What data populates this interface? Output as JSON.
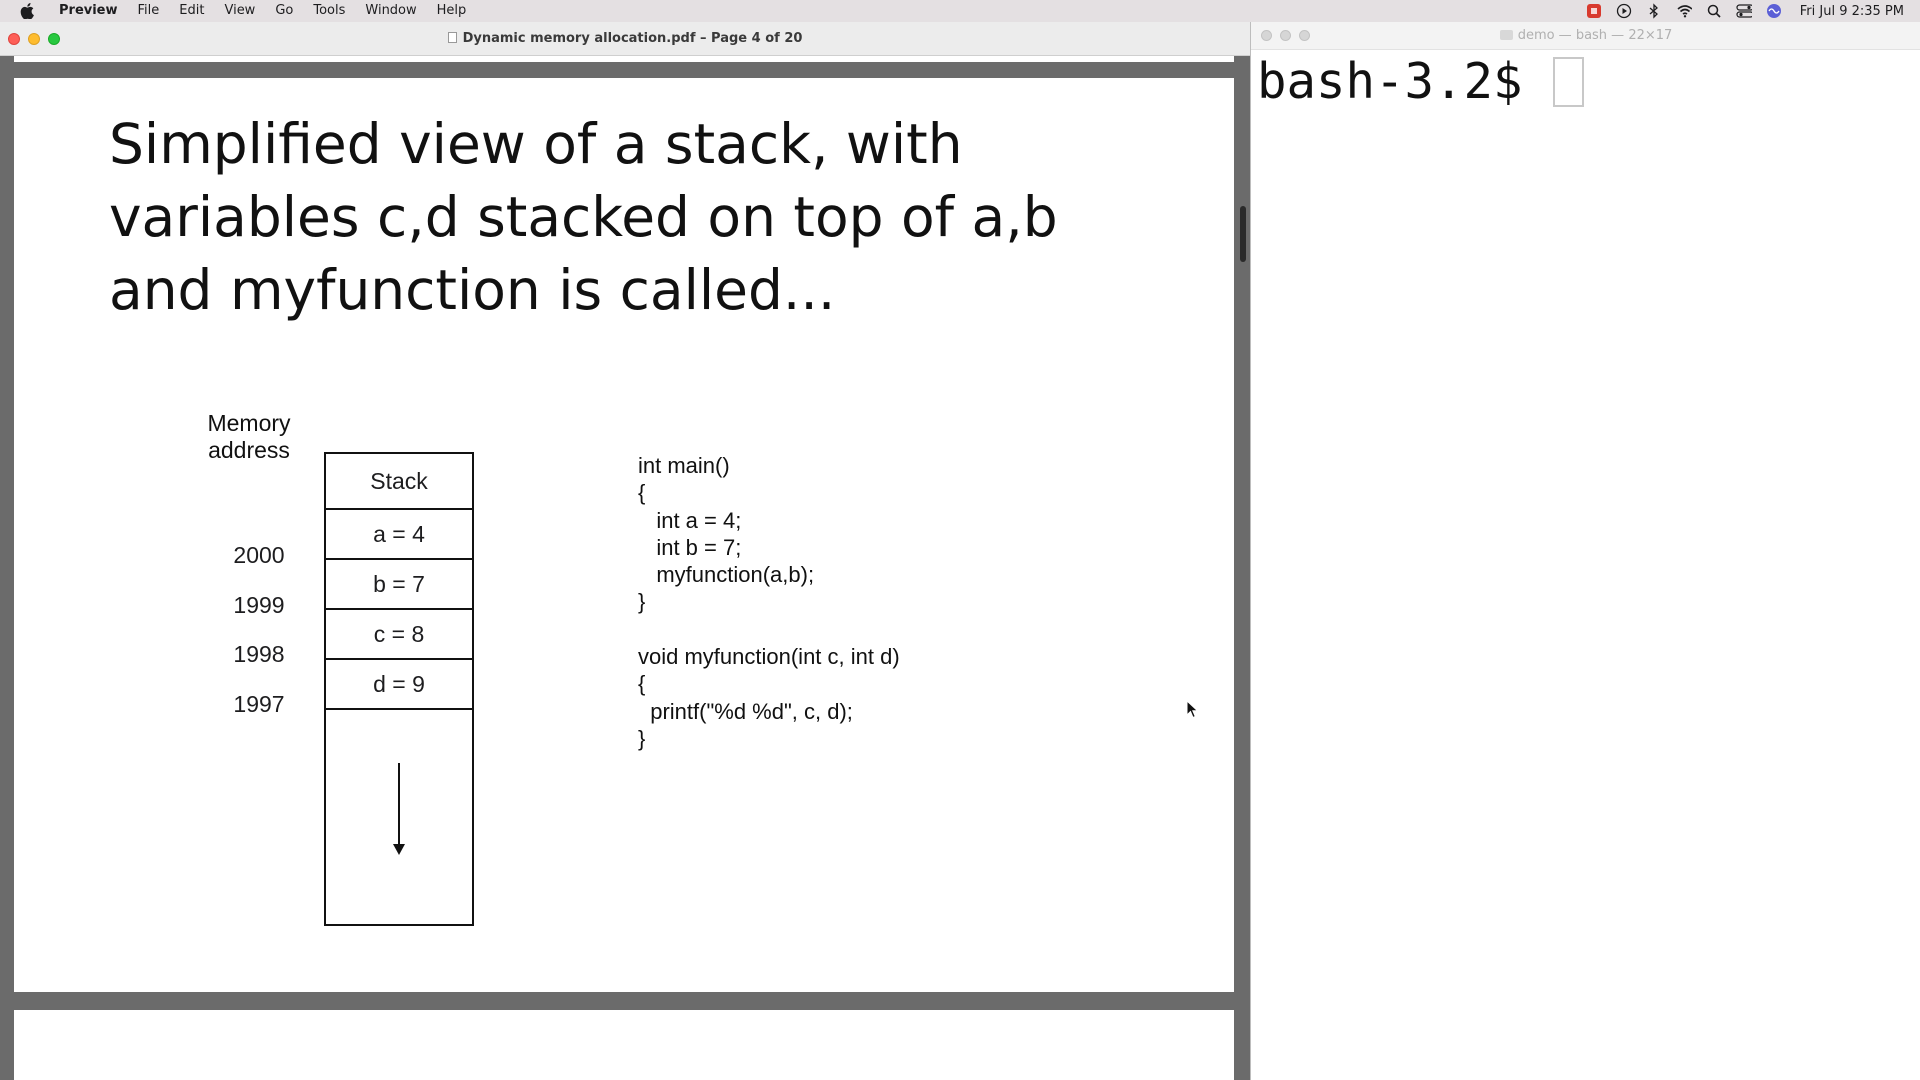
{
  "menubar": {
    "app_name": "Preview",
    "menus": [
      "File",
      "Edit",
      "View",
      "Go",
      "Tools",
      "Window",
      "Help"
    ],
    "clock": "Fri Jul 9  2:35 PM",
    "status_icons": [
      "stop-recording-icon",
      "play-icon",
      "bluetooth-icon",
      "wifi-icon",
      "spotlight-search-icon",
      "control-center-icon",
      "siri-icon"
    ]
  },
  "preview": {
    "window_title": "Dynamic memory allocation.pdf – Page 4 of 20",
    "slide": {
      "title": "Simplified view of a stack, with\nvariables c,d stacked on top of a,b\nand myfunction is called...",
      "memory_header": "Memory\naddress",
      "stack_header": "Stack",
      "rows": [
        {
          "address": "2000",
          "value": "a = 4"
        },
        {
          "address": "1999",
          "value": "b = 7"
        },
        {
          "address": "1998",
          "value": "c = 8"
        },
        {
          "address": "1997",
          "value": "d = 9"
        }
      ],
      "code_lines": [
        "int main()",
        "{",
        "   int a = 4;",
        "   int b = 7;",
        "   myfunction(a,b);",
        "}",
        "",
        "void myfunction(int c, int d)",
        "{",
        "  printf(\"%d %d\", c, d);",
        "}"
      ]
    }
  },
  "terminal": {
    "window_title": "demo — bash — 22×17",
    "prompt": "bash-3.2$"
  }
}
